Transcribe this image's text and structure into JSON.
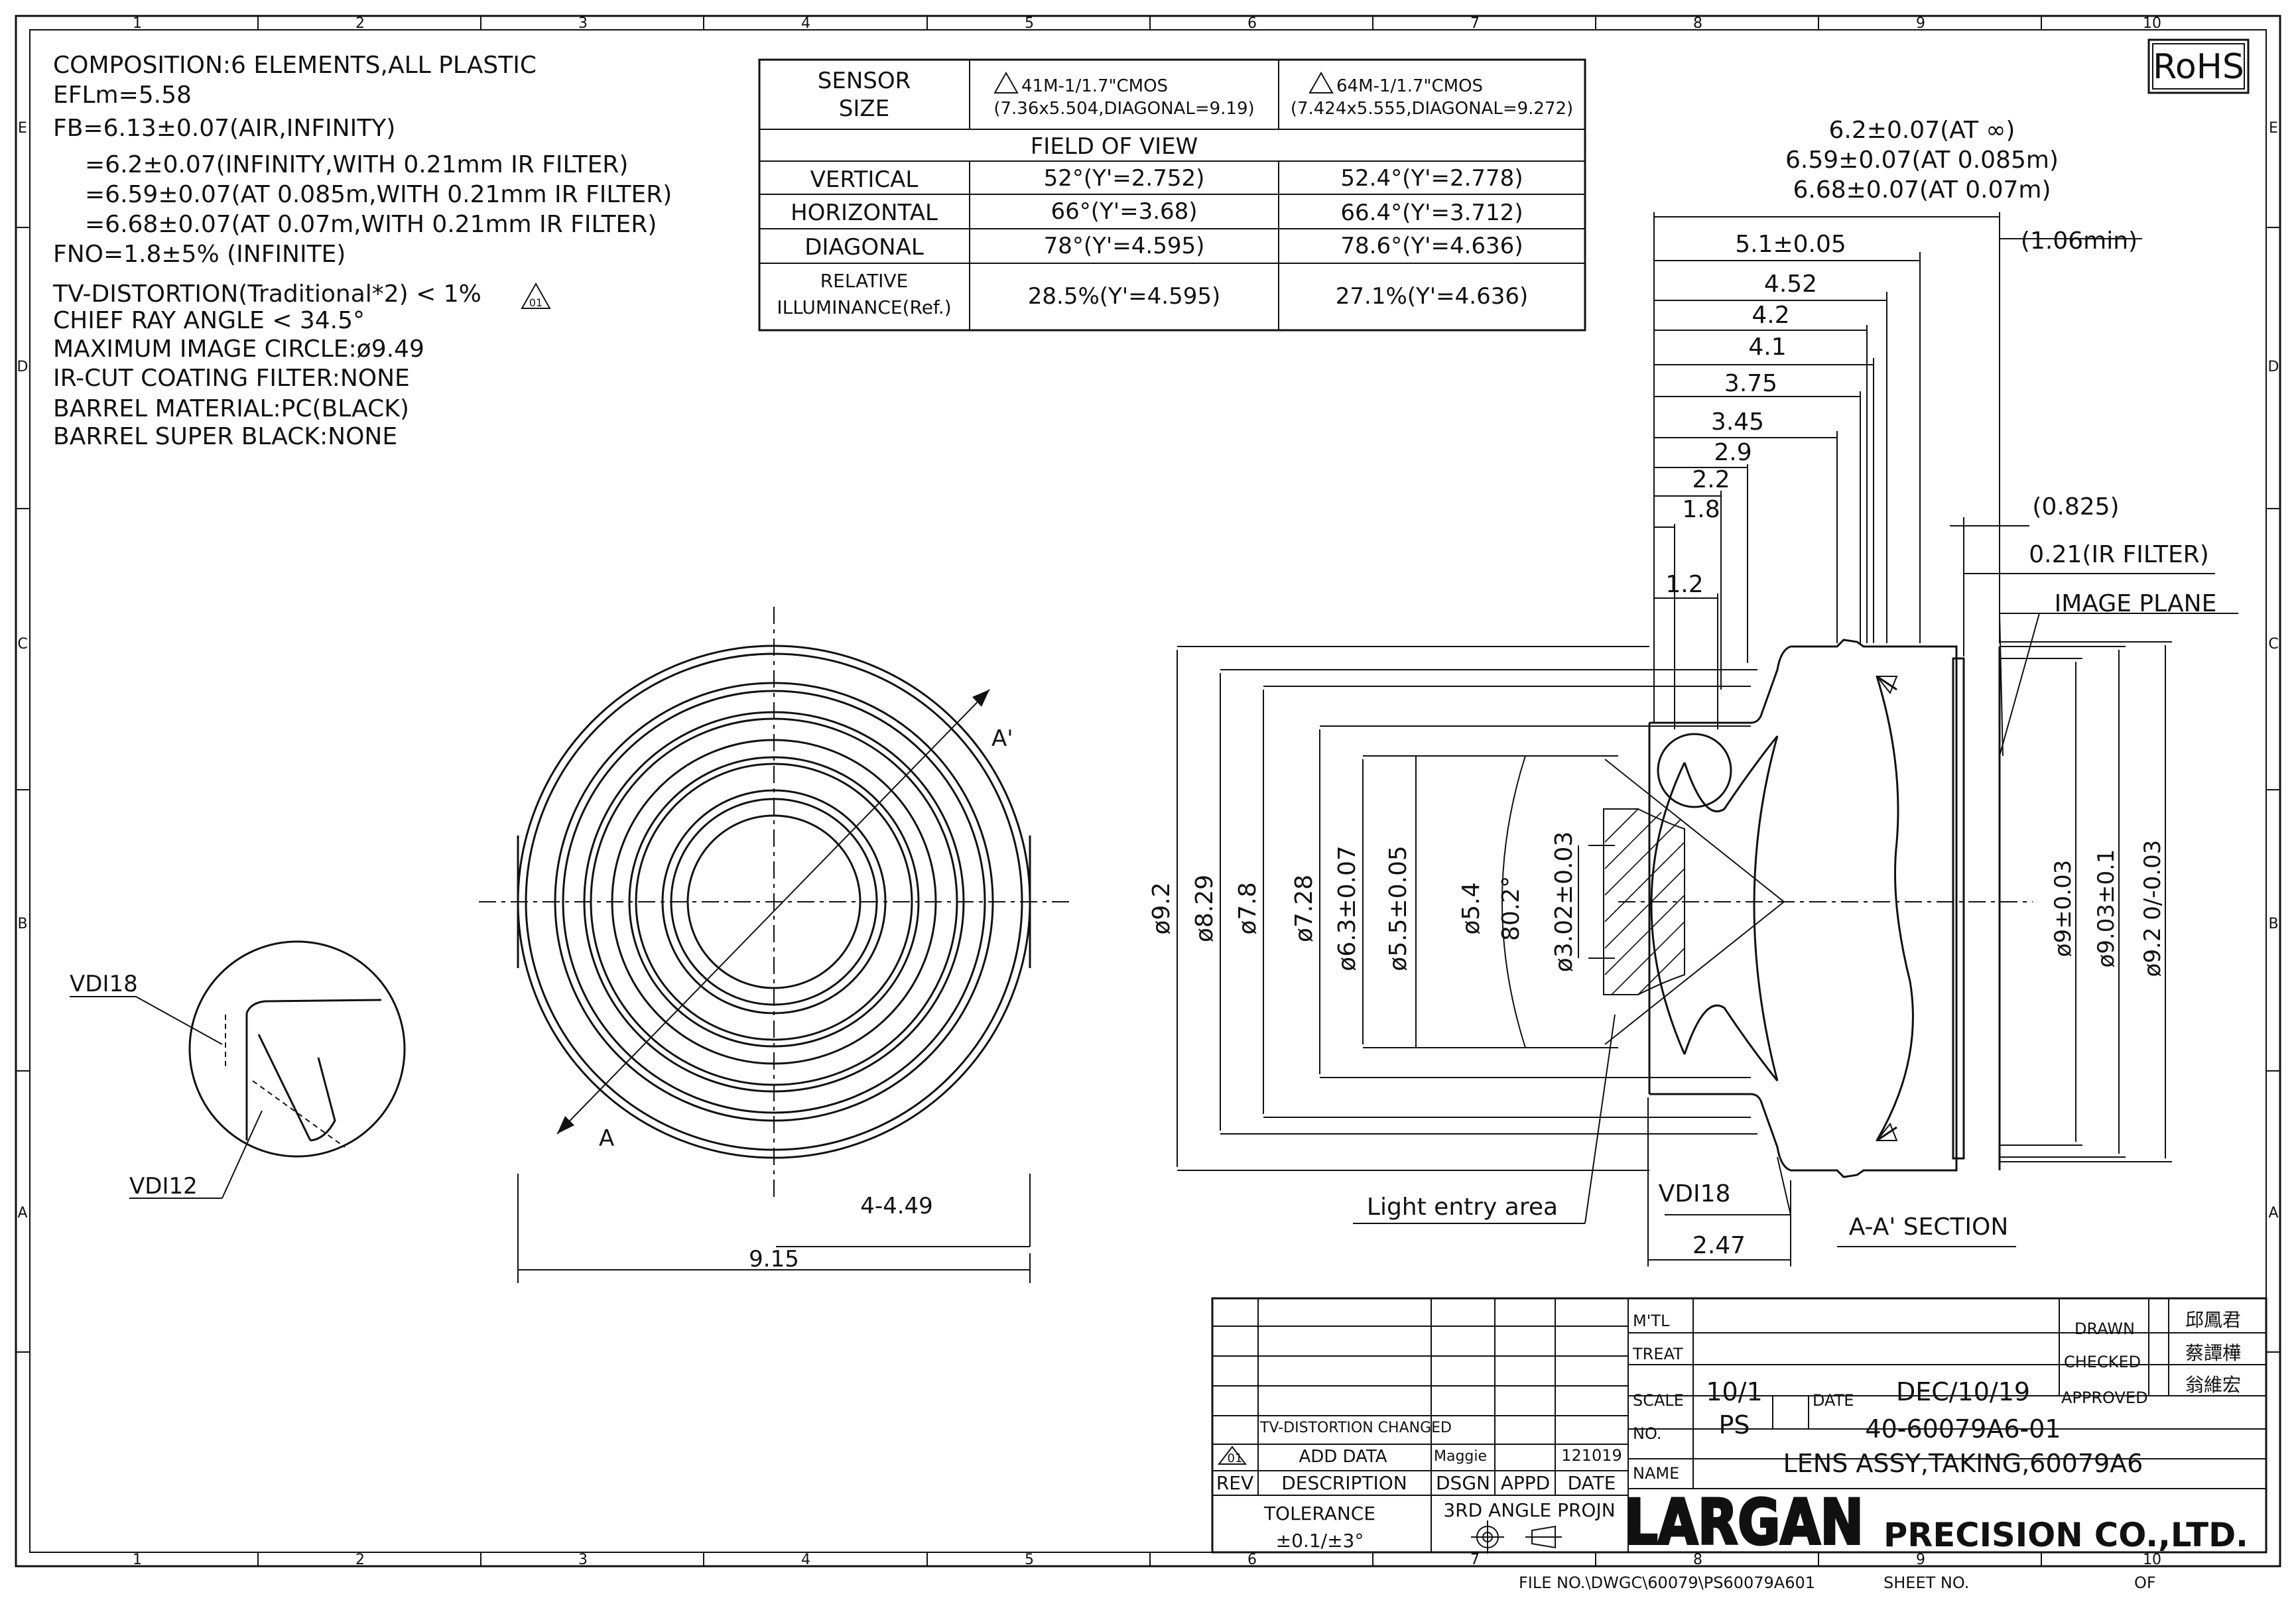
{
  "grid": {
    "cols": [
      "1",
      "2",
      "3",
      "4",
      "5",
      "6",
      "7",
      "8",
      "9",
      "10"
    ],
    "rows": [
      "E",
      "D",
      "C",
      "B",
      "A"
    ]
  },
  "rohs": "RoHS",
  "notes": [
    "COMPOSITION:6 ELEMENTS,ALL PLASTIC",
    "EFLm=5.58",
    "FB=6.13±0.07(AIR,INFINITY)",
    "=6.2±0.07(INFINITY,WITH 0.21mm IR FILTER)",
    "=6.59±0.07(AT 0.085m,WITH 0.21mm IR FILTER)",
    "=6.68±0.07(AT 0.07m,WITH 0.21mm IR FILTER)",
    "FNO=1.8±5% (INFINITE)",
    "TV-DISTORTION(Traditional*2) < 1%",
    "CHIEF RAY ANGLE < 34.5°",
    "MAXIMUM IMAGE CIRCLE:ø9.49",
    "IR-CUT COATING FILTER:NONE",
    "BARREL MATERIAL:PC(BLACK)",
    "BARREL SUPER BLACK:NONE"
  ],
  "rev_symbol": "01",
  "sensor_table": {
    "sensor_label_1": "SENSOR",
    "sensor_label_2": "SIZE",
    "col1_line1": "41M-1/1.7\"CMOS",
    "col1_line2": "(7.36x5.504,DIAGONAL=9.19)",
    "col2_line1": "64M-1/1.7\"CMOS",
    "col2_line2": "(7.424x5.555,DIAGONAL=9.272)",
    "fov_header": "FIELD OF VIEW",
    "rows": [
      {
        "label": "VERTICAL",
        "c1": "52°(Y'=2.752)",
        "c2": "52.4°(Y'=2.778)"
      },
      {
        "label": "HORIZONTAL",
        "c1": "66°(Y'=3.68)",
        "c2": "66.4°(Y'=3.712)"
      },
      {
        "label": "DIAGONAL",
        "c1": "78°(Y'=4.595)",
        "c2": "78.6°(Y'=4.636)"
      }
    ],
    "ri_label_1": "RELATIVE",
    "ri_label_2": "ILLUMINANCE(Ref.)",
    "ri_c1": "28.5%(Y'=4.595)",
    "ri_c2": "27.1%(Y'=4.636)"
  },
  "front_view": {
    "section_a": "A",
    "section_a2": "A'",
    "dim_width": "9.15",
    "dim_flat": "4-4.49"
  },
  "detail": {
    "label_top": "VDI18",
    "label_bottom": "VDI12"
  },
  "section_view": {
    "fb_lines": [
      "6.2±0.07(AT ∞)",
      "6.59±0.07(AT 0.085m)",
      "6.68±0.07(AT 0.07m)"
    ],
    "h_dims": [
      "5.1±0.05",
      "4.52",
      "4.2",
      "4.1",
      "3.75",
      "3.45",
      "2.9",
      "2.2",
      "1.8",
      "1.2"
    ],
    "min_gap": "(1.06min)",
    "filter_gap": "(0.825)",
    "ir_filter": "0.21(IR FILTER)",
    "image_plane": "IMAGE PLANE",
    "v_dims_left": [
      "ø9.2",
      "ø8.29",
      "ø7.8",
      "ø7.28",
      "ø6.3±0.07",
      "ø5.5±0.05",
      "ø5.4",
      "80.2°",
      "ø3.02±0.03"
    ],
    "v_dims_right": [
      "ø9±0.03",
      "ø9.03±0.1",
      "ø9.2 0/-0.03"
    ],
    "light_entry": "Light entry area",
    "vdi18": "VDI18",
    "dim_247": "2.47",
    "section_title": "A-A' SECTION"
  },
  "title_block": {
    "rev_rows": [
      {
        "rev": "",
        "desc": "TV-DISTORTION CHANGED",
        "dsgn": "",
        "appd": "",
        "date": ""
      },
      {
        "rev": "01",
        "desc": "ADD DATA",
        "dsgn": "Maggie",
        "appd": "",
        "date": "121019"
      }
    ],
    "hdr_rev": "REV",
    "hdr_desc": "DESCRIPTION",
    "hdr_dsgn": "DSGN",
    "hdr_appd": "APPD",
    "hdr_date": "DATE",
    "tolerance_label": "TOLERANCE",
    "tolerance_value": "±0.1/±3°",
    "projection": "3RD ANGLE PROJN",
    "mtl_label": "M'TL",
    "treat_label": "TREAT",
    "scale_label": "SCALE",
    "scale_value": "10/1",
    "date_label": "DATE",
    "date_value": "DEC/10/19",
    "no_label": "NO.",
    "no_prefix": "PS",
    "no_value": "40-60079A6-01",
    "name_label": "NAME",
    "name_value": "LENS ASSY,TAKING,60079A6",
    "drawn_label": "DRAWN",
    "checked_label": "CHECKED",
    "approved_label": "APPROVED",
    "drawn_sig": "邱鳳君",
    "checked_sig": "蔡譚樺",
    "approved_sig": "翁維宏",
    "company_logo": "LARGAN",
    "company_suffix": "PRECISION CO.,LTD."
  },
  "footer": {
    "file_no": "FILE NO.\\DWGC\\60079\\PS60079A601",
    "sheet_no": "SHEET NO.",
    "of": "OF"
  }
}
